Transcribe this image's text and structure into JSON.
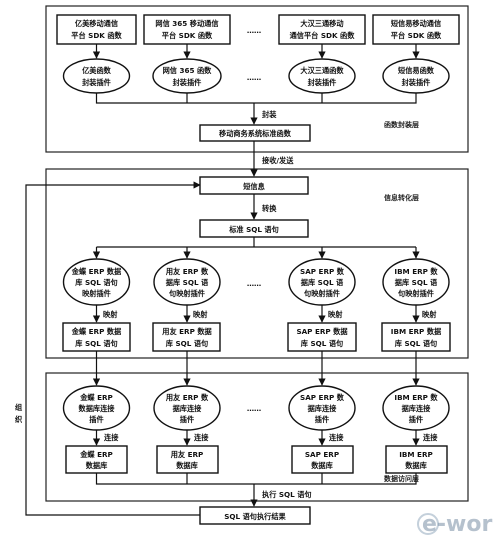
{
  "layer1": {
    "name": "函数封装层",
    "sdk_boxes": [
      [
        "亿美移动通信",
        "平台 SDK 函数"
      ],
      [
        "网信 365 移动通信",
        "平台 SDK 函数"
      ],
      [
        "大汉三通移动",
        "通信平台 SDK 函数"
      ],
      [
        "短信易移动通信",
        "平台 SDK 函数"
      ]
    ],
    "plugins": [
      [
        "亿美函数",
        "封装插件"
      ],
      [
        "网信 365 函数",
        "封装插件"
      ],
      [
        "大汉三通函数",
        "封装插件"
      ],
      [
        "短信易函数",
        "封装插件"
      ]
    ],
    "ellipsis": "……",
    "wrap_label": "封装",
    "std_function": "移动商务系统标准函数"
  },
  "recv_send": "接收/发送",
  "layer2": {
    "name": "信息转化层",
    "sms": "短信息",
    "convert_label": "转换",
    "std_sql": "标准 SQL 语句",
    "map_plugins": [
      [
        "金蝶 ERP 数据",
        "库 SQL 语句",
        "映射插件"
      ],
      [
        "用友 ERP 数",
        "据库 SQL 语",
        "句映射插件"
      ],
      [
        "SAP ERP 数",
        "据库 SQL 语",
        "句映射插件"
      ],
      [
        "IBM ERP 数",
        "据库 SQL 语",
        "句映射插件"
      ]
    ],
    "map_labels": [
      "映射",
      "映射",
      "映射",
      "映射"
    ],
    "sql_boxes": [
      [
        "金蝶 ERP 数据",
        "库 SQL 语句"
      ],
      [
        "用友 ERP 数据",
        "库 SQL 语句"
      ],
      [
        "SAP ERP 数据",
        "库 SQL 语句"
      ],
      [
        "IBM ERP 数据",
        "库 SQL 语句"
      ]
    ],
    "ellipsis": "……"
  },
  "layer3": {
    "name": "数据访问层",
    "conn_plugins": [
      [
        "金蝶 ERP",
        "数据库连接",
        "插件"
      ],
      [
        "用友 ERP 数",
        "据库连接",
        "插件"
      ],
      [
        "SAP ERP 数",
        "据库连接",
        "插件"
      ],
      [
        "IBM ERP 数",
        "据库连接",
        "插件"
      ]
    ],
    "conn_labels": [
      "连接",
      "连接",
      "连接",
      "连接"
    ],
    "db_boxes": [
      [
        "金蝶 ERP",
        "数据库"
      ],
      [
        "用友 ERP",
        "数据库"
      ],
      [
        "SAP ERP",
        "数据库"
      ],
      [
        "IBM ERP",
        "数据库"
      ]
    ],
    "exec_label": "执行 SQL 语句",
    "result": "SQL 语句执行结果",
    "ellipsis": "……"
  },
  "organize_label": [
    "组",
    "织"
  ],
  "watermark": "e-works"
}
